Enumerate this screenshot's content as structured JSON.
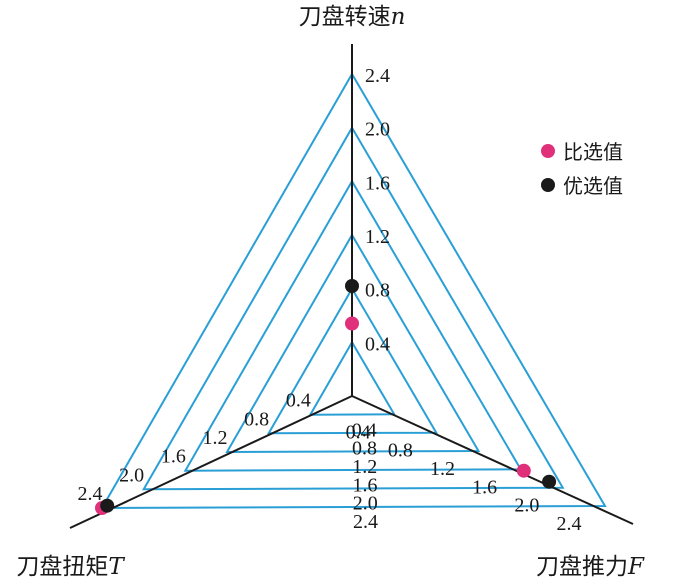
{
  "chart_data": {
    "type": "radar",
    "axes": [
      {
        "label": "刀盘转速",
        "symbol": "n",
        "ticks": [
          "2.4",
          "2.0",
          "1.6",
          "1.2",
          "0.8",
          "0.4"
        ]
      },
      {
        "label": "刀盘推力",
        "symbol": "F",
        "ticks": [
          "2.4",
          "2.0",
          "1.6",
          "1.2",
          "0.8",
          "0.4"
        ]
      },
      {
        "label": "刀盘扭矩",
        "symbol": "T",
        "ticks": [
          "2.4",
          "2.0",
          "1.6",
          "1.2",
          "0.8",
          "0.4"
        ]
      }
    ],
    "inner_ticks": [
      "0.4",
      "0.8",
      "1.2",
      "1.6",
      "2.0",
      "2.4"
    ],
    "rings": [
      0.4,
      0.8,
      1.2,
      1.6,
      2.0,
      2.4
    ],
    "range": [
      0,
      2.4
    ],
    "series": [
      {
        "name": "比选值",
        "color": "#e0307a",
        "values": [
          0.54,
          1.63,
          2.4
        ]
      },
      {
        "name": "优选值",
        "color": "#1a1a1a",
        "values": [
          0.82,
          1.87,
          2.35
        ]
      }
    ],
    "colors": {
      "grid": "#2a9fd6",
      "axis": "#1a1a1a"
    },
    "legend_position": "right"
  }
}
